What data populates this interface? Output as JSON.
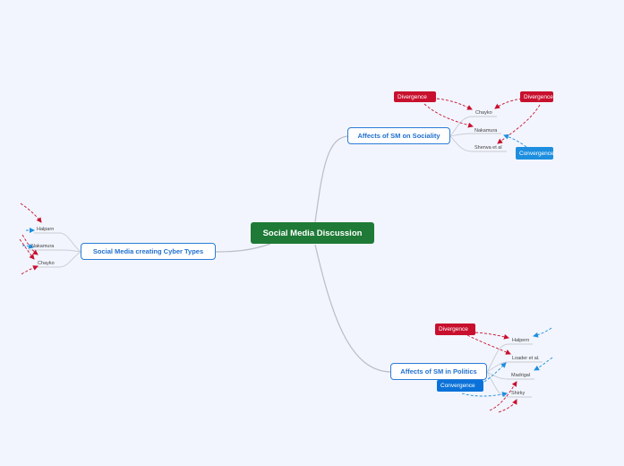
{
  "colors": {
    "central": "#1e7a36",
    "divergence": "#c8102e",
    "convergence": "#0b72d9",
    "main_border": "#2c7cd6",
    "connector": "#b9bdc6"
  },
  "central": {
    "label": "Social Media Discussion"
  },
  "topics": {
    "sociality": {
      "label": "Affects of SM on Sociality",
      "leaves": [
        "Chayko",
        "Nakamura",
        "Sherwa et al"
      ],
      "divergence_left": "Divergence",
      "divergence_right": "Divergence",
      "convergence": "Convergence"
    },
    "cyber": {
      "label": "Social Media creating Cyber Types",
      "leaves": [
        "Halparn",
        "Nakamura",
        "Chayko"
      ]
    },
    "politics": {
      "label": "Affects of SM in Politics",
      "leaves": [
        "Halpern",
        "Loader et al.",
        "Madrigal",
        "Shirky"
      ],
      "divergence": "Divergence",
      "convergence": "Convergence"
    }
  }
}
